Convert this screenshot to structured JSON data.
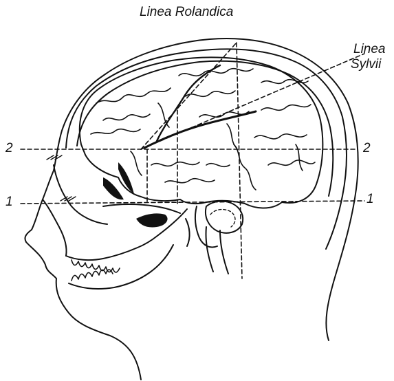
{
  "labels": {
    "rolandic": "Linea Rolandica",
    "sylvii_line1": "Linea",
    "sylvii_line2": "Sylvii",
    "line2_left": "2",
    "line2_right": "2",
    "line1_left": "1",
    "line1_right": "1"
  },
  "colors": {
    "ink": "#111111",
    "background": "#ffffff"
  }
}
